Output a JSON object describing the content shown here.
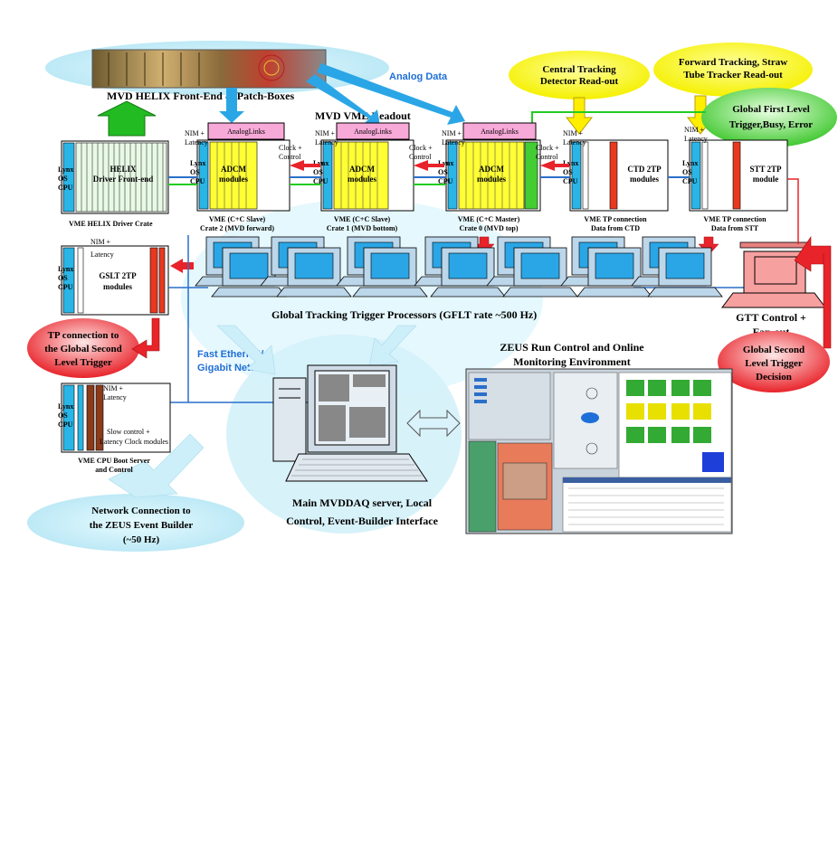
{
  "title_helix": "MVD HELIX Front-End & Patch-Boxes",
  "analog_data": "Analog Data",
  "vme_readout": "MVD VME Readout",
  "ctd_readout": [
    "Central Tracking",
    "Detector Read-out"
  ],
  "forward_tracking": [
    "Forward Tracking, Straw",
    "Tube Tracker Read-out"
  ],
  "gflt": [
    "Global First Level",
    "Trigger,Busy, Error"
  ],
  "lynx": [
    "Lynx",
    "OS",
    "CPU"
  ],
  "analoglinks": "AnalogLinks",
  "nim_latency": [
    "NIM +",
    "Latency"
  ],
  "clock_control": [
    "Clock +",
    "Control"
  ],
  "helix_driver": [
    "HELIX",
    "Driver Front-end"
  ],
  "adcm": [
    "ADCM",
    "modules"
  ],
  "ctd_2tp": [
    "CTD 2TP",
    "modules"
  ],
  "stt_2tp": [
    "STT  2TP",
    "module"
  ],
  "helix_crate": "VME HELIX Driver Crate",
  "crate2": [
    "VME (C+C Slave)",
    "Crate 2 (MVD forward)"
  ],
  "crate1": [
    "VME (C+C Slave)",
    "Crate 1 (MVD bottom)"
  ],
  "crate0": [
    "VME (C+C Master)",
    "Crate 0 (MVD top)"
  ],
  "ctd_conn": [
    "VME TP connection",
    "Data from CTD"
  ],
  "stt_conn": [
    "VME TP connection",
    "Data from STT"
  ],
  "gslt_2tp": [
    "GSLT 2TP",
    "modules"
  ],
  "gtt_processors": "Global Tracking Trigger Processors (GFLT rate ~500 Hz)",
  "gtt_control": [
    "GTT Control +",
    "Fan-out"
  ],
  "tp_connection": [
    "TP connection to",
    "the Global Second",
    "Level Trigger"
  ],
  "fast_ethernet": [
    "Fast Ethernet/",
    "Gigabit Network"
  ],
  "zeus_run_control": [
    "ZEUS Run Control and Online",
    "Monitoring Environment"
  ],
  "gslt_decision": [
    "Global Second",
    "Level Trigger",
    "Decision"
  ],
  "slow_control": [
    "Slow control +",
    "Latency Clock modules"
  ],
  "boot_server": [
    "VME CPU Boot Server",
    "and Control"
  ],
  "main_server": [
    "Main MVDDAQ server, Local",
    "Control, Event-Builder Interface"
  ],
  "network_eb": [
    "Network Connection to",
    "the ZEUS Event Builder",
    "(~50 Hz)"
  ],
  "colors": {
    "cpu": "#29b5e6",
    "adcm": "#ffff33",
    "red_module": "#e8391f",
    "pink": "#f7a9d8",
    "bubble": "#d6f3fb",
    "yellow_bubble": "#ffff00",
    "green_bubble": "#44cc33",
    "red_bubble": "#e8232a",
    "net": "#2a6fc9",
    "arrow_blue": "#2aa6e6"
  },
  "icons": [
    "workstation-icon",
    "server-icon",
    "arrow-icon",
    "photo-icon"
  ]
}
